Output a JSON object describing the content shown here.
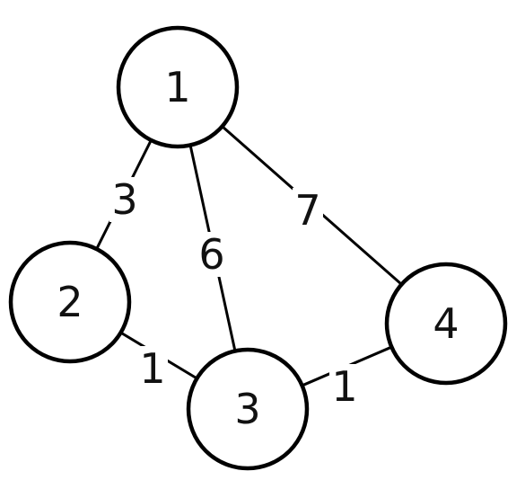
{
  "graph": {
    "nodes": [
      {
        "id": "1",
        "label": "1"
      },
      {
        "id": "2",
        "label": "2"
      },
      {
        "id": "3",
        "label": "3"
      },
      {
        "id": "4",
        "label": "4"
      }
    ],
    "edges": [
      {
        "from": "1",
        "to": "2",
        "weight": "3"
      },
      {
        "from": "1",
        "to": "3",
        "weight": "6"
      },
      {
        "from": "1",
        "to": "4",
        "weight": "7"
      },
      {
        "from": "2",
        "to": "3",
        "weight": "1"
      },
      {
        "from": "3",
        "to": "4",
        "weight": "1"
      }
    ]
  },
  "colors": {
    "stroke": "#000000",
    "text": "#111111",
    "background": "#ffffff"
  }
}
